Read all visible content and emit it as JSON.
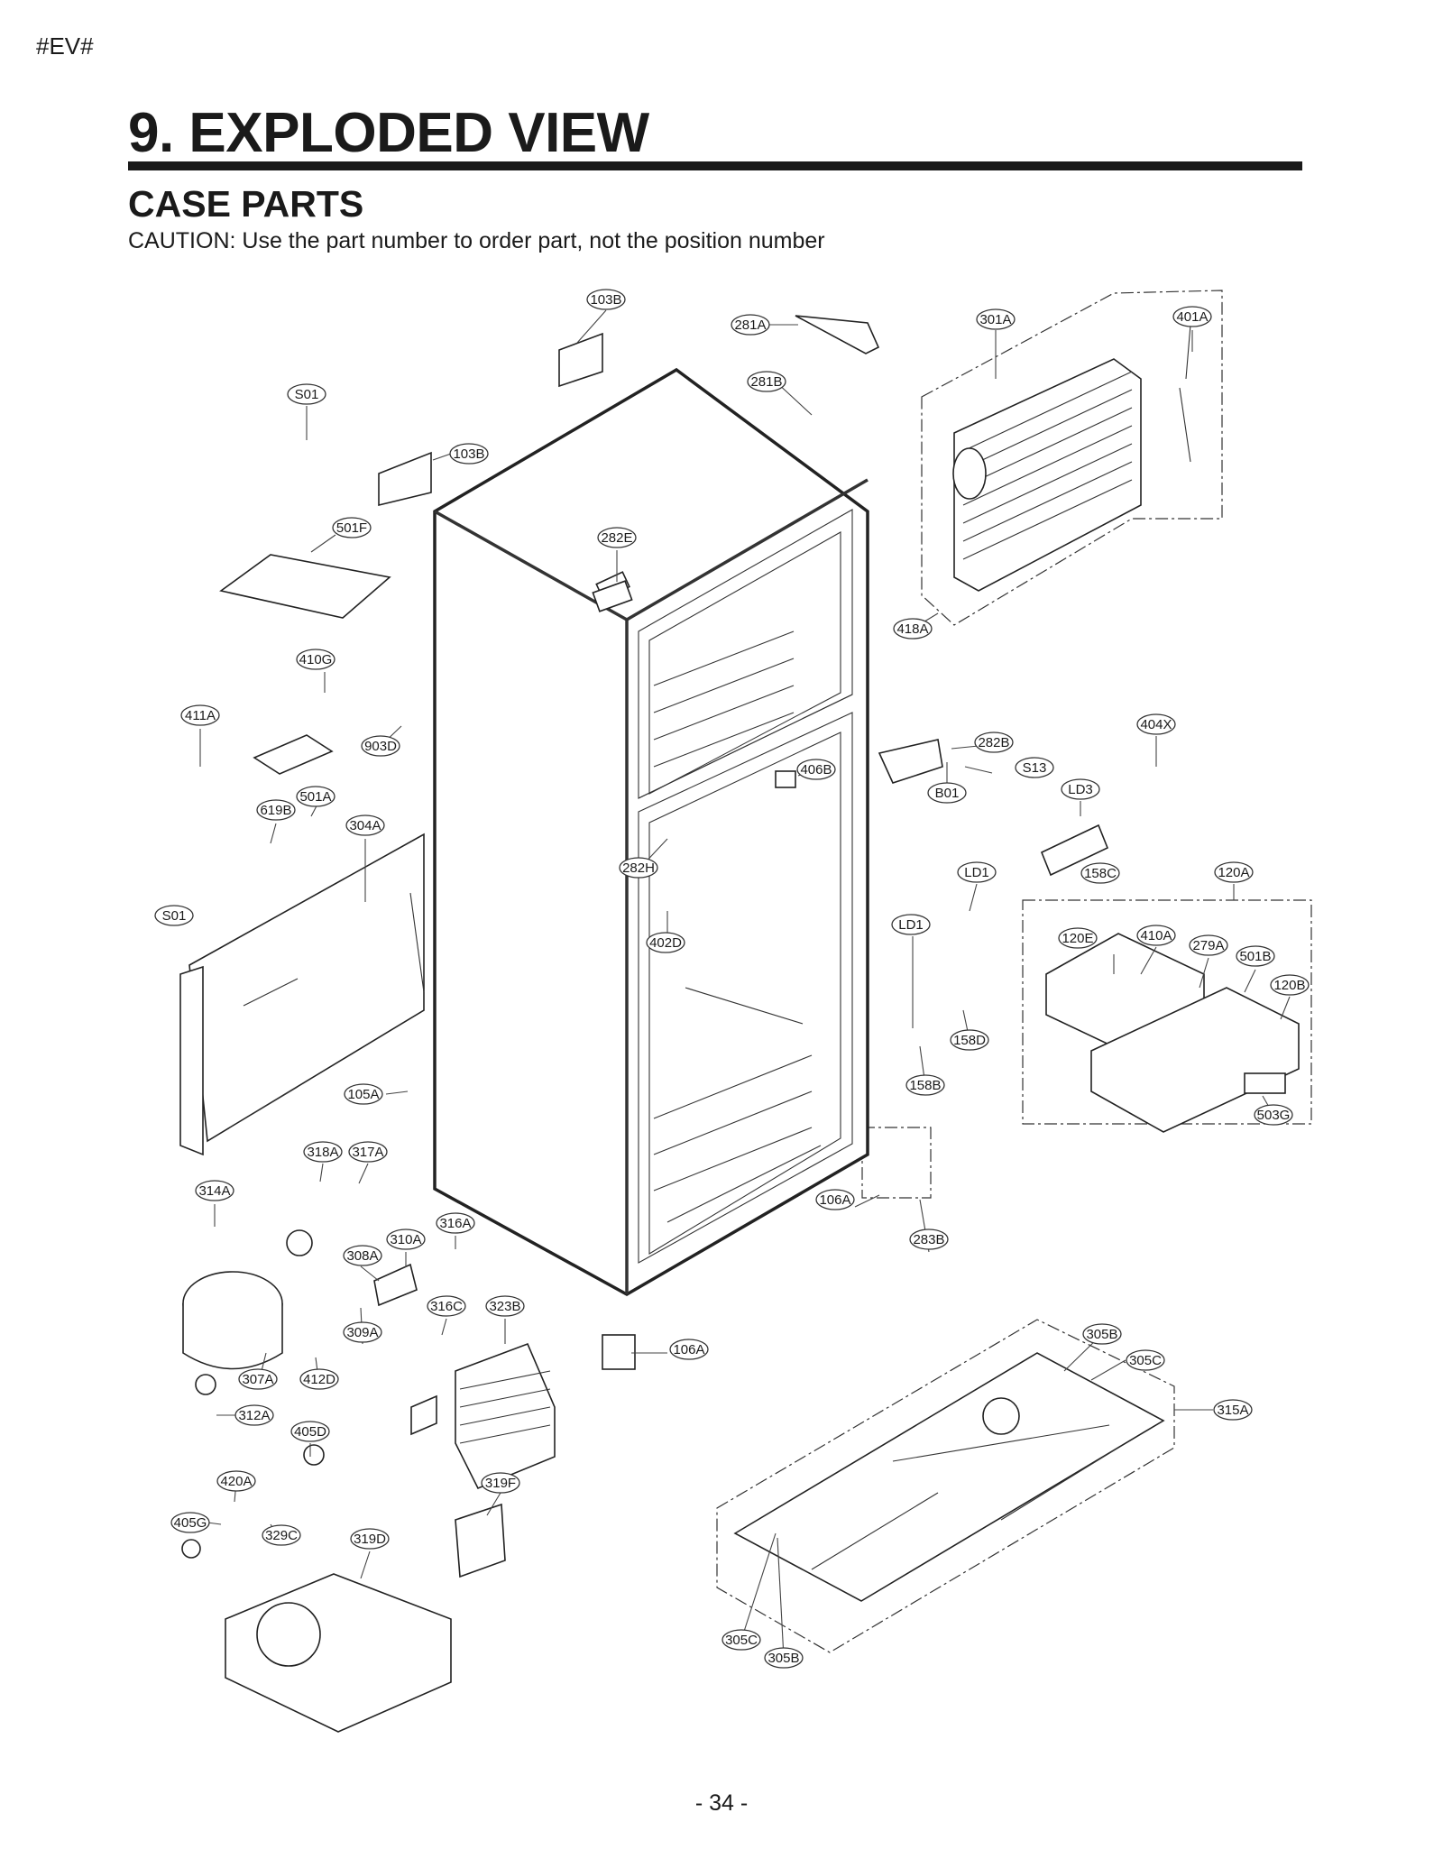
{
  "header": {
    "tag": "#EV#",
    "title": "9. EXPLODED VIEW",
    "subtitle": "CASE PARTS",
    "caution": "CAUTION: Use the part number to order part, not the position number"
  },
  "labels": [
    "103B",
    "281A",
    "301A",
    "401A",
    "S01",
    "281B",
    "103B",
    "501F",
    "282E",
    "418A",
    "410G",
    "411A",
    "903D",
    "404X",
    "282B",
    "406B",
    "S13",
    "501A",
    "B01",
    "LD3",
    "619B",
    "304A",
    "282H",
    "LD1",
    "158C",
    "120A",
    "S01",
    "LD1",
    "402D",
    "120E",
    "410A",
    "279A",
    "501B",
    "120B",
    "158D",
    "158B",
    "105A",
    "503G",
    "318A",
    "317A",
    "314A",
    "106A",
    "316A",
    "310A",
    "283B",
    "308A",
    "316C",
    "323B",
    "309A",
    "106A",
    "305B",
    "305C",
    "307A",
    "412D",
    "315A",
    "312A",
    "405D",
    "420A",
    "319F",
    "405G",
    "329C",
    "319D",
    "305C",
    "305B"
  ],
  "footer": {
    "page": "- 34 -"
  }
}
